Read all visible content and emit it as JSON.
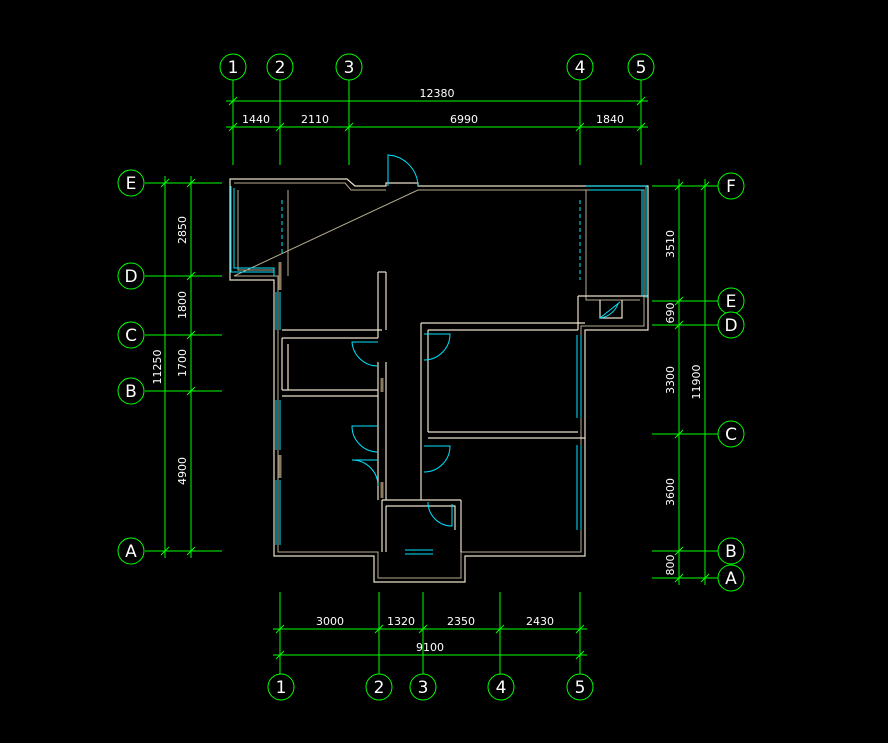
{
  "top": {
    "axes": [
      "1",
      "2",
      "3",
      "4",
      "5"
    ],
    "total": "12380",
    "spans": [
      "1440",
      "2110",
      "6990",
      "1840"
    ]
  },
  "bottom": {
    "axes": [
      "1",
      "2",
      "3",
      "4",
      "5"
    ],
    "total": "9100",
    "spans": [
      "3000",
      "1320",
      "2350",
      "2430"
    ]
  },
  "left": {
    "axes": [
      "E",
      "D",
      "C",
      "B",
      "A"
    ],
    "total": "11250",
    "spans": [
      "2850",
      "1800",
      "1700",
      "4900"
    ]
  },
  "right": {
    "axes": [
      "F",
      "E",
      "D",
      "C",
      "B",
      "A"
    ],
    "total": "11900",
    "spans": [
      "3510",
      "690",
      "3300",
      "3600",
      "800"
    ]
  }
}
